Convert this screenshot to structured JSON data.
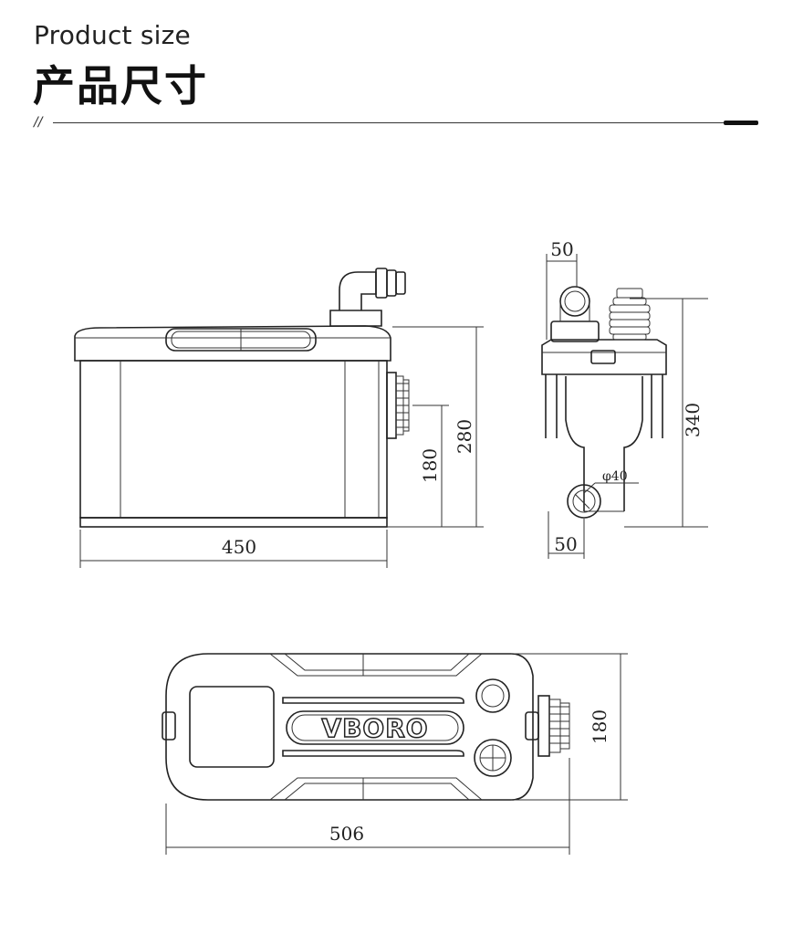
{
  "header": {
    "title_en": "Product size",
    "title_cn": "产品尺寸",
    "slashes": "//"
  },
  "front_view": {
    "width": "450",
    "height_total": "280",
    "outlet_height": "180"
  },
  "side_view": {
    "top_offset": "50",
    "height_total": "340",
    "inlet_diameter": "φ40",
    "bottom_offset": "50"
  },
  "top_view": {
    "length": "506",
    "width": "180",
    "brand": "VBORO"
  }
}
